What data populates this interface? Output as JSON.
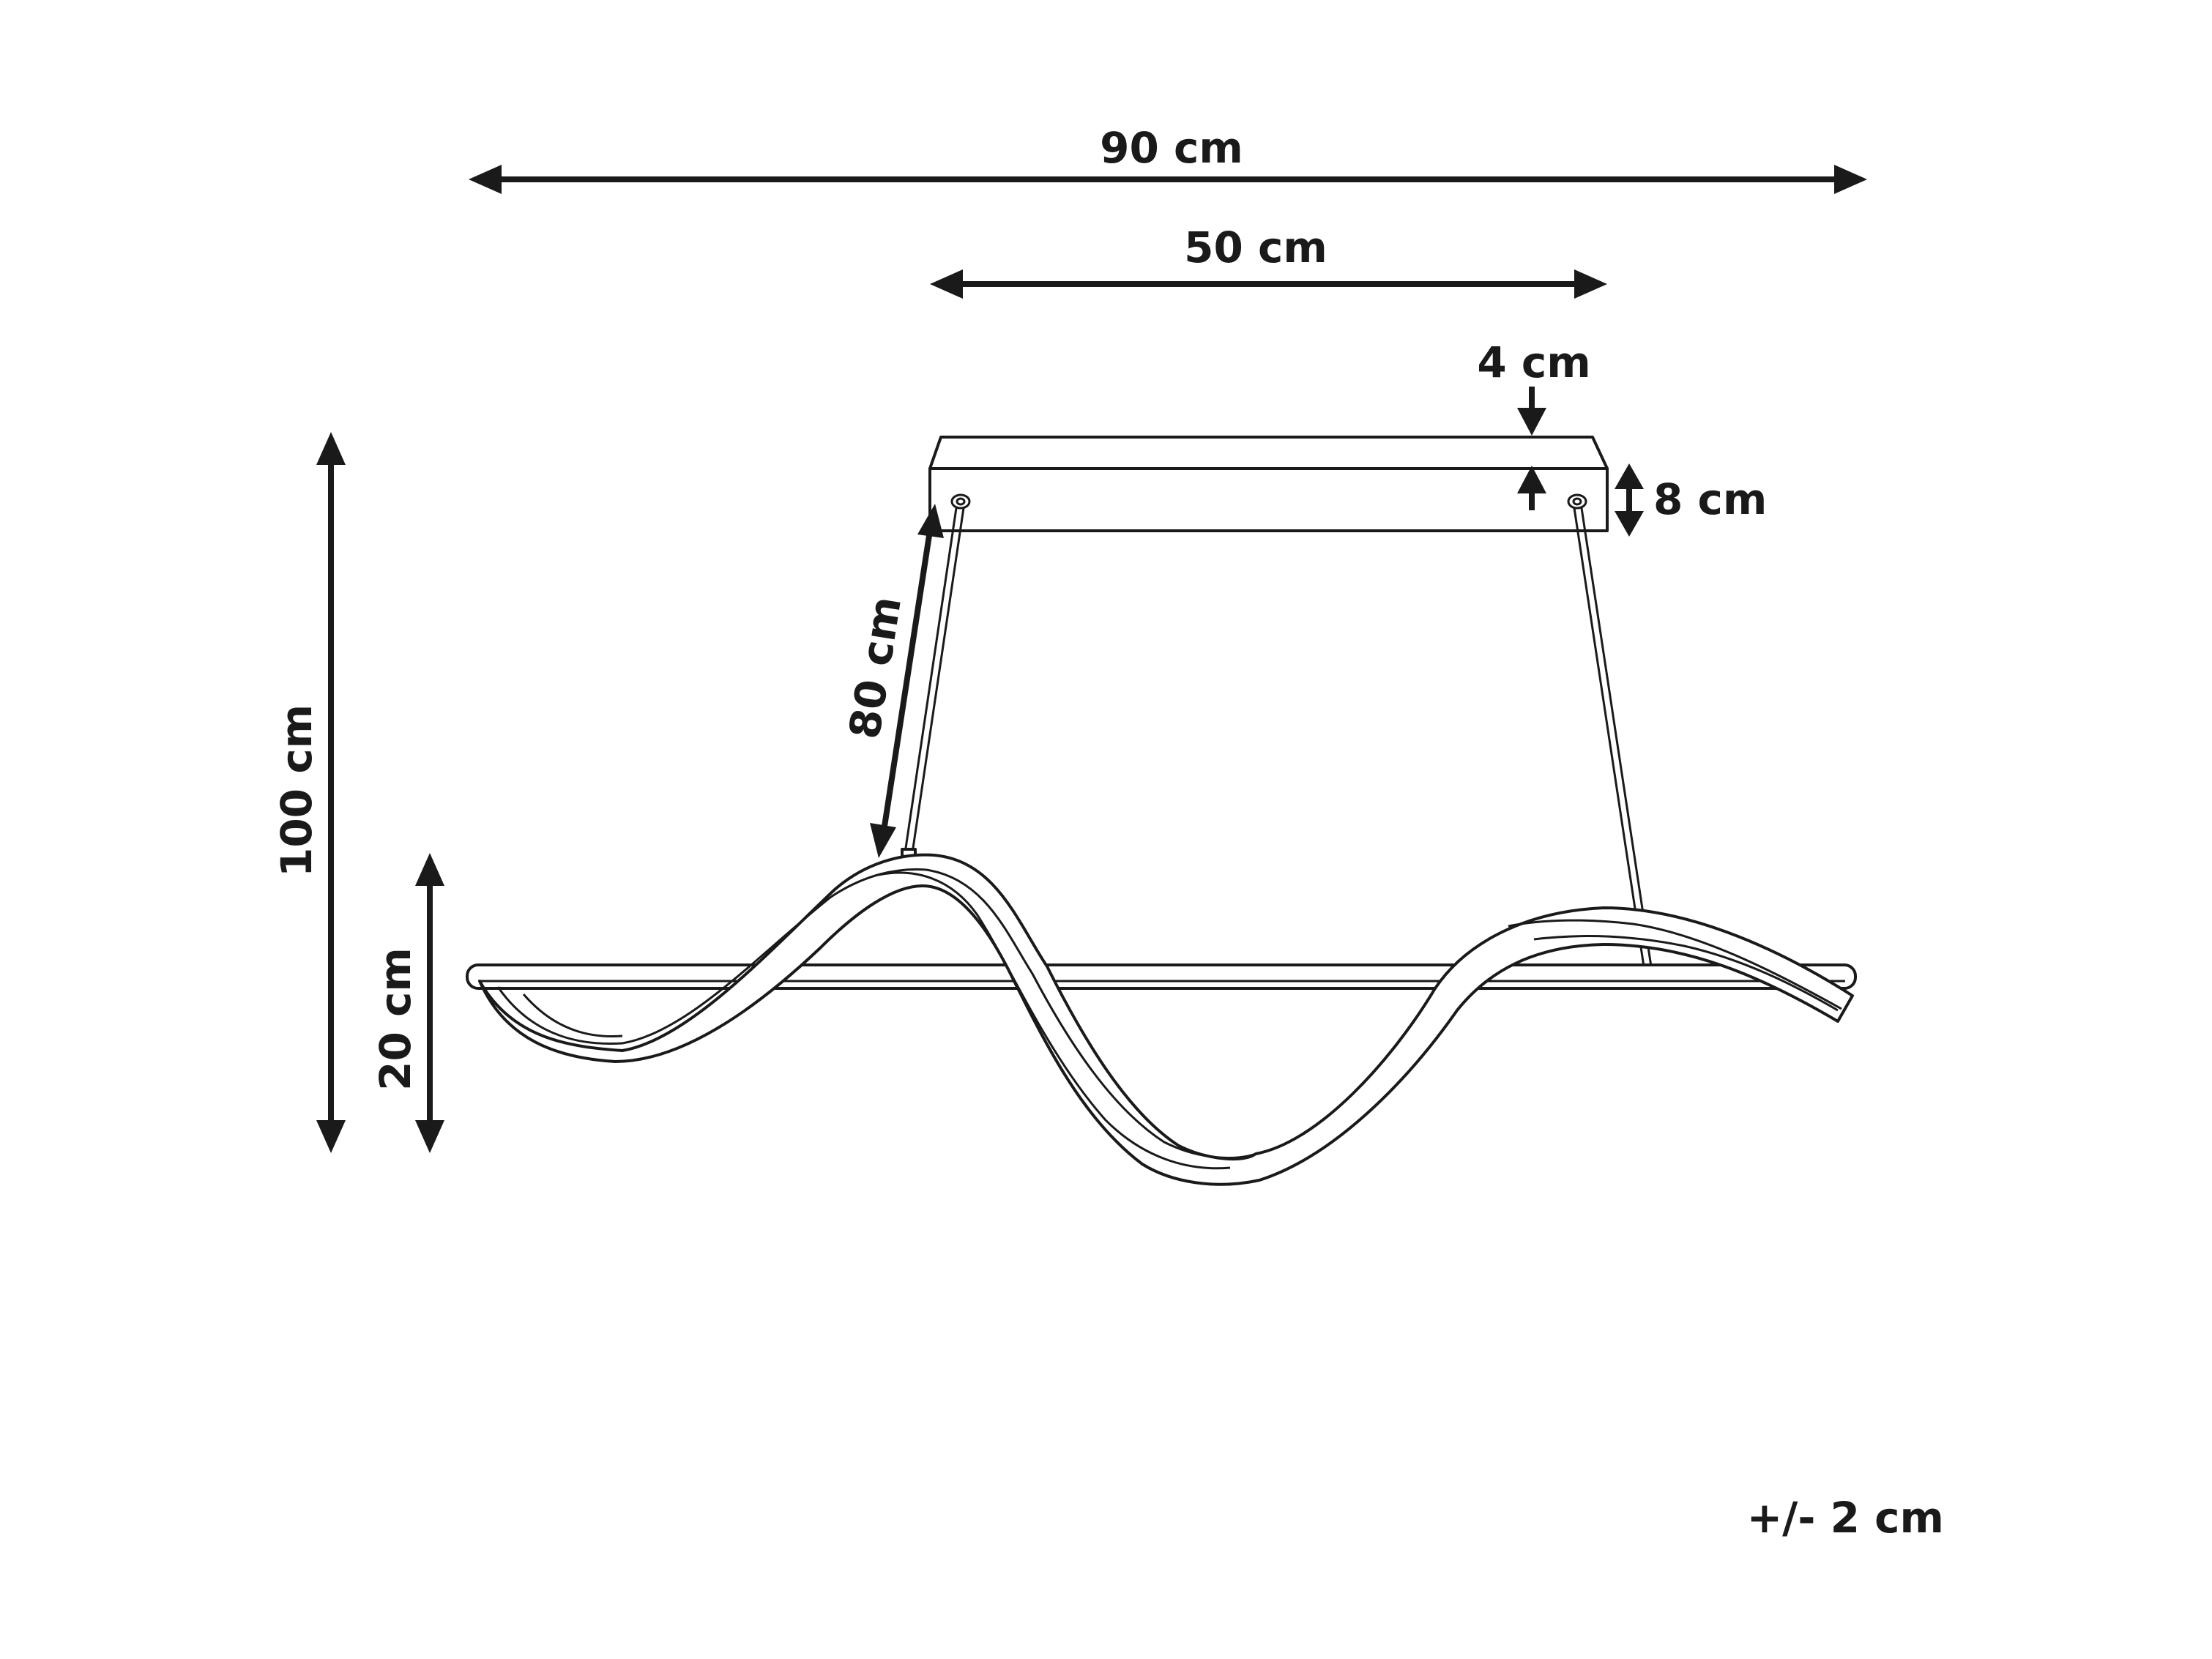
{
  "dimensions": {
    "total_width": "90 cm",
    "canopy_width": "50 cm",
    "canopy_depth": "4 cm",
    "canopy_height": "8 cm",
    "cable_length": "80 cm",
    "total_height": "100 cm",
    "lamp_height": "20 cm"
  },
  "tolerance": "+/- 2 cm",
  "colors": {
    "line": "#1a1a1a",
    "background": "#ffffff"
  }
}
